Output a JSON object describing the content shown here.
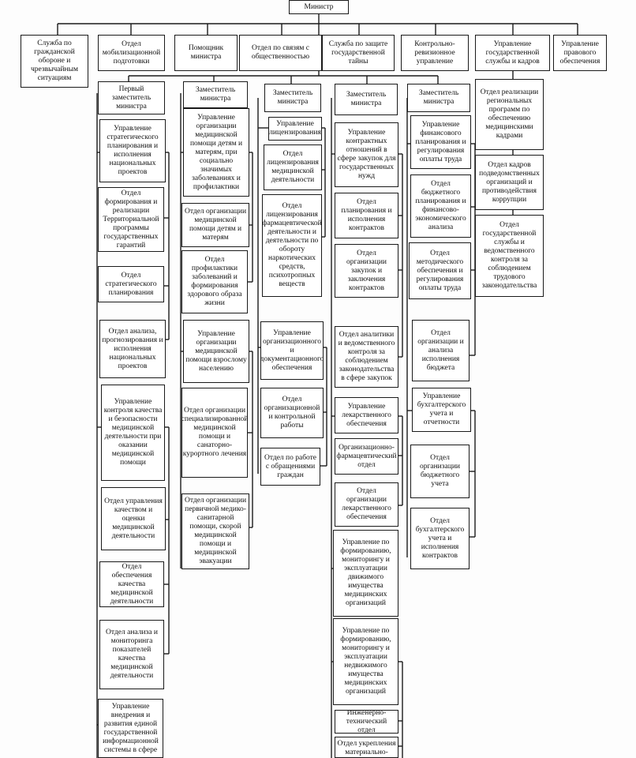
{
  "minister": "Министр",
  "top_units": {
    "civil_defense": "Служба по гражданской обороне и чрезвычайным ситуациям",
    "mobilization": "Отдел мобилизационной подготовки",
    "assistant": "Помощник министра",
    "public_relations": "Отдел по связям с общественностью",
    "state_secret": "Служба по защите государственной тайны",
    "audit": "Контрольно-ревизионное управление",
    "civil_service": "Управление государственной службы и кадров",
    "legal": "Управление правового обеспечения"
  },
  "columns": {
    "first_deputy": {
      "head": "Первый заместитель министра",
      "units": [
        "Управление стратегического планирования и исполнения национальных проектов",
        "Отдел формирования и реализации Территориальной программы государственных гарантий",
        "Отдел стратегического планирования",
        "Отдел анализа, прогнозирования и исполнения национальных проектов",
        "Управление контроля качества и безопасности медицинской деятельности при оказании медицинской помощи",
        "Отдел управления качеством и оценки медицинской деятельности",
        "Отдел обеспечения качества медицинской деятельности",
        "Отдел анализа и мониторинга показателей качества медицинской деятельности",
        "Управление внедрения и развития единой государственной информационной системы в сфере"
      ]
    },
    "deputy_2": {
      "head": "Заместитель министра",
      "units": [
        "Управление организации медицинской помощи детям и матерям, при социально значимых заболеваниях и профилактики",
        "Отдел организации медицинской помощи детям и матерям",
        "Отдел профилактики заболеваний и формирования здорового образа жизни",
        "Управление организации медицинской помощи взрослому населению",
        "Отдел организации специализированной медицинской помощи и санаторно-курортного лечения",
        "Отдел организации первичной медико-санитарной помощи, скорой медицинской помощи и медицинской эвакуации"
      ]
    },
    "deputy_3": {
      "head": "Заместитель министра",
      "units": [
        "Управление лицензирования",
        "Отдел лицензирования медицинской деятельности",
        "Отдел лицензирования фармацевтической деятельности и деятельности по обороту наркотических средств, психотропных веществ",
        "Управление организационного и документационного обеспечения",
        "Отдел организационной и контрольной работы",
        "Отдел по работе с обращениями граждан"
      ]
    },
    "deputy_4": {
      "head": "Заместитель министра",
      "units": [
        "Управление контрактных отношений в сфере закупок для государственных нужд",
        "Отдел планирования и исполнения контрактов",
        "Отдел организации закупок и заключения контрактов",
        "Отдел аналитики и ведомственного контроля за соблюдением законодательства в сфере закупок",
        "Управление лекарственного обеспечения",
        "Организационно-фармацевтический отдел",
        "Отдел организации лекарственного обеспечения",
        "Управление по формированию, мониторингу и эксплуатации движимого имущества медицинских организаций",
        "Управление по формированию, мониторингу и эксплуатации недвижимого имущества медицинских организаций",
        "Инженерно-технический отдел",
        "Отдел укрепления материально-"
      ]
    },
    "deputy_5": {
      "head": "Заместитель министра",
      "units": [
        "Управление финансового планирования и регулирования оплаты труда",
        "Отдел бюджетного планирования и финансово-экономического анализа",
        "Отдел методического обеспечения и регулирования оплаты труда",
        "Отдел организации и анализа исполнения бюджета",
        "Управление бухгалтерского учета и отчетности",
        "Отдел организации бюджетного учета",
        "Отдел бухгалтерского учета и исполнения контрактов"
      ]
    },
    "civil_service_units": [
      "Отдел реализации региональных программ по обеспечению медицинскими кадрами",
      "Отдел кадров подведомственных организаций и противодействия коррупции",
      "Отдел государственной службы и ведомственного контроля за соблюдением трудового законодательства"
    ]
  }
}
